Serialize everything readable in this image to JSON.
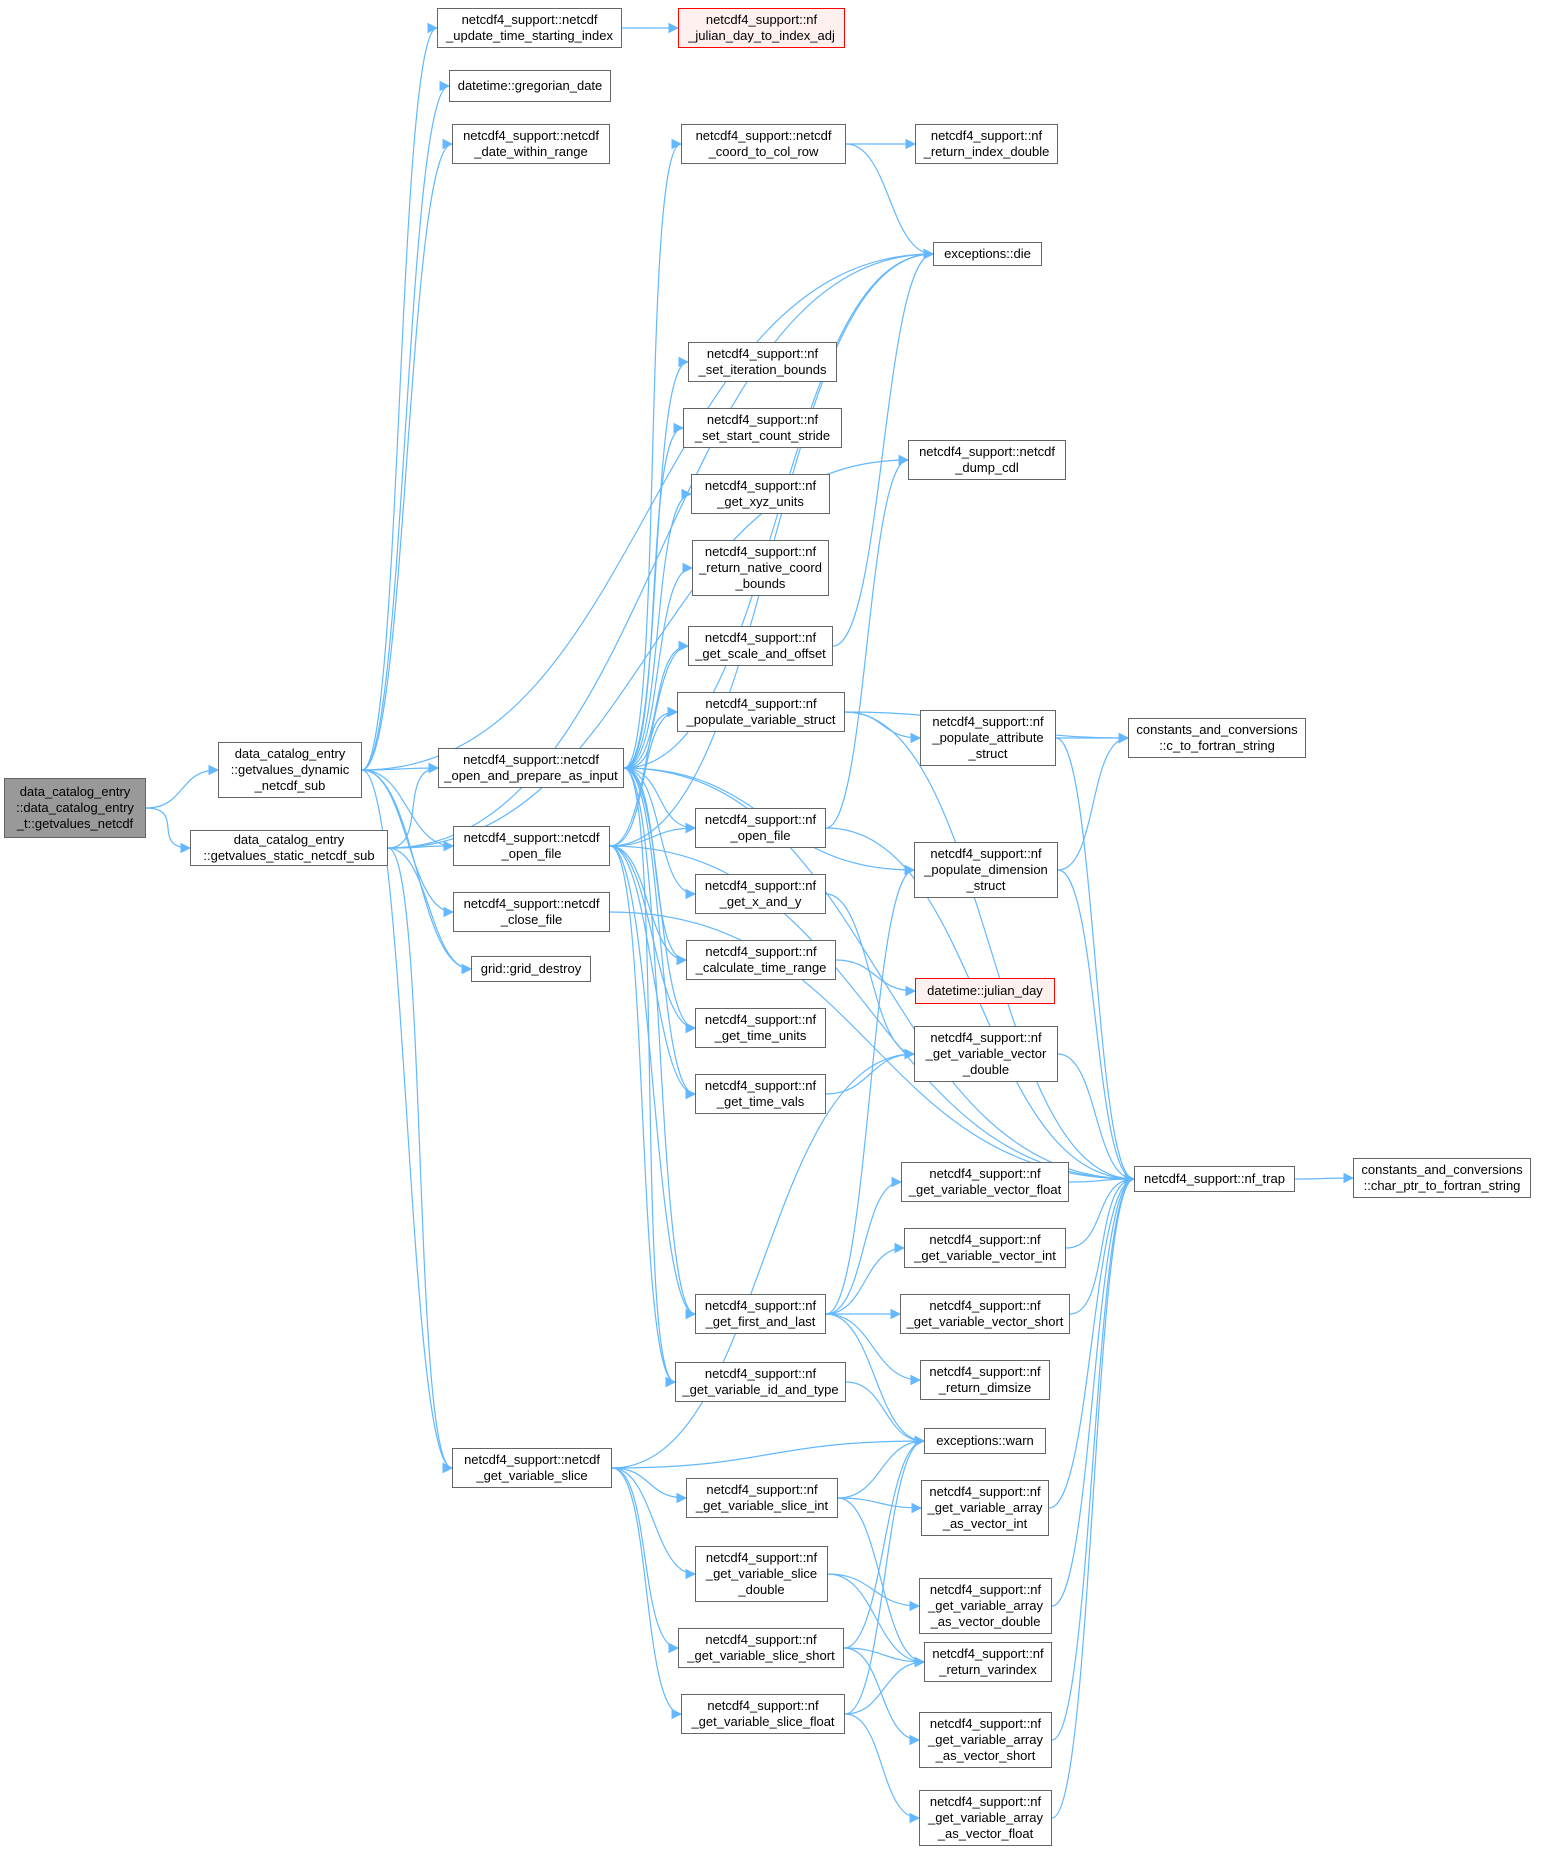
{
  "colors": {
    "edge": "#63b8ff",
    "node_border": "#666666",
    "root_fill": "#999999",
    "highlight_border": "#ff0000",
    "highlight_fill": "#fff0f0"
  },
  "nodes": [
    {
      "id": "root",
      "lines": [
        "data_catalog_entry",
        "::data_catalog_entry",
        "_t::getvalues_netcdf"
      ],
      "style": "root"
    },
    {
      "id": "dyn",
      "lines": [
        "data_catalog_entry",
        "::getvalues_dynamic",
        "_netcdf_sub"
      ]
    },
    {
      "id": "stat",
      "lines": [
        "data_catalog_entry",
        "::getvalues_static_netcdf_sub"
      ]
    },
    {
      "id": "uptime",
      "lines": [
        "netcdf4_support::netcdf",
        "_update_time_starting_index"
      ]
    },
    {
      "id": "julidx",
      "lines": [
        "netcdf4_support::nf",
        "_julian_day_to_index_adj"
      ],
      "style": "red"
    },
    {
      "id": "greg",
      "lines": [
        "datetime::gregorian_date"
      ]
    },
    {
      "id": "daterange",
      "lines": [
        "netcdf4_support::netcdf",
        "_date_within_range"
      ]
    },
    {
      "id": "coord",
      "lines": [
        "netcdf4_support::netcdf",
        "_coord_to_col_row"
      ]
    },
    {
      "id": "retidx",
      "lines": [
        "netcdf4_support::nf",
        "_return_index_double"
      ]
    },
    {
      "id": "die",
      "lines": [
        "exceptions::die"
      ]
    },
    {
      "id": "iterb",
      "lines": [
        "netcdf4_support::nf",
        "_set_iteration_bounds"
      ]
    },
    {
      "id": "startc",
      "lines": [
        "netcdf4_support::nf",
        "_set_start_count_stride"
      ]
    },
    {
      "id": "xyzu",
      "lines": [
        "netcdf4_support::nf",
        "_get_xyz_units"
      ]
    },
    {
      "id": "dump",
      "lines": [
        "netcdf4_support::netcdf",
        "_dump_cdl"
      ]
    },
    {
      "id": "natb",
      "lines": [
        "netcdf4_support::nf",
        "_return_native_coord",
        "_bounds"
      ]
    },
    {
      "id": "scale",
      "lines": [
        "netcdf4_support::nf",
        "_get_scale_and_offset"
      ]
    },
    {
      "id": "popvar",
      "lines": [
        "netcdf4_support::nf",
        "_populate_variable_struct"
      ]
    },
    {
      "id": "popattr",
      "lines": [
        "netcdf4_support::nf",
        "_populate_attribute",
        "_struct"
      ]
    },
    {
      "id": "c2f",
      "lines": [
        "constants_and_conversions",
        "::c_to_fortran_string"
      ]
    },
    {
      "id": "openprep",
      "lines": [
        "netcdf4_support::netcdf",
        "_open_and_prepare_as_input"
      ]
    },
    {
      "id": "nfopen",
      "lines": [
        "netcdf4_support::nf",
        "_open_file"
      ]
    },
    {
      "id": "ncopen",
      "lines": [
        "netcdf4_support::netcdf",
        "_open_file"
      ]
    },
    {
      "id": "popdim",
      "lines": [
        "netcdf4_support::nf",
        "_populate_dimension",
        "_struct"
      ]
    },
    {
      "id": "getxy",
      "lines": [
        "netcdf4_support::nf",
        "_get_x_and_y"
      ]
    },
    {
      "id": "ncclose",
      "lines": [
        "netcdf4_support::netcdf",
        "_close_file"
      ]
    },
    {
      "id": "griddes",
      "lines": [
        "grid::grid_destroy"
      ]
    },
    {
      "id": "calctr",
      "lines": [
        "netcdf4_support::nf",
        "_calculate_time_range"
      ]
    },
    {
      "id": "julday",
      "lines": [
        "datetime::julian_day"
      ],
      "style": "red"
    },
    {
      "id": "tunits",
      "lines": [
        "netcdf4_support::nf",
        "_get_time_units"
      ]
    },
    {
      "id": "vvd",
      "lines": [
        "netcdf4_support::nf",
        "_get_variable_vector",
        "_double"
      ]
    },
    {
      "id": "tvals",
      "lines": [
        "netcdf4_support::nf",
        "_get_time_vals"
      ]
    },
    {
      "id": "vvf",
      "lines": [
        "netcdf4_support::nf",
        "_get_variable_vector_float"
      ]
    },
    {
      "id": "trap",
      "lines": [
        "netcdf4_support::nf_trap"
      ]
    },
    {
      "id": "cptr",
      "lines": [
        "constants_and_conversions",
        "::char_ptr_to_fortran_string"
      ]
    },
    {
      "id": "vvi",
      "lines": [
        "netcdf4_support::nf",
        "_get_variable_vector_int"
      ]
    },
    {
      "id": "firstlast",
      "lines": [
        "netcdf4_support::nf",
        "_get_first_and_last"
      ]
    },
    {
      "id": "vvs",
      "lines": [
        "netcdf4_support::nf",
        "_get_variable_vector_short"
      ]
    },
    {
      "id": "idtype",
      "lines": [
        "netcdf4_support::nf",
        "_get_variable_id_and_type"
      ]
    },
    {
      "id": "dimsize",
      "lines": [
        "netcdf4_support::nf",
        "_return_dimsize"
      ]
    },
    {
      "id": "warn",
      "lines": [
        "exceptions::warn"
      ]
    },
    {
      "id": "ncslice",
      "lines": [
        "netcdf4_support::netcdf",
        "_get_variable_slice"
      ]
    },
    {
      "id": "sliceint",
      "lines": [
        "netcdf4_support::nf",
        "_get_variable_slice_int"
      ]
    },
    {
      "id": "avi",
      "lines": [
        "netcdf4_support::nf",
        "_get_variable_array",
        "_as_vector_int"
      ]
    },
    {
      "id": "slicedbl",
      "lines": [
        "netcdf4_support::nf",
        "_get_variable_slice",
        "_double"
      ]
    },
    {
      "id": "avd",
      "lines": [
        "netcdf4_support::nf",
        "_get_variable_array",
        "_as_vector_double"
      ]
    },
    {
      "id": "sliceshort",
      "lines": [
        "netcdf4_support::nf",
        "_get_variable_slice_short"
      ]
    },
    {
      "id": "varindex",
      "lines": [
        "netcdf4_support::nf",
        "_return_varindex"
      ]
    },
    {
      "id": "slicefloat",
      "lines": [
        "netcdf4_support::nf",
        "_get_variable_slice_float"
      ]
    },
    {
      "id": "avs",
      "lines": [
        "netcdf4_support::nf",
        "_get_variable_array",
        "_as_vector_short"
      ]
    },
    {
      "id": "avf",
      "lines": [
        "netcdf4_support::nf",
        "_get_variable_array",
        "_as_vector_float"
      ]
    }
  ],
  "edges": [
    [
      "root",
      "dyn"
    ],
    [
      "root",
      "stat"
    ],
    [
      "dyn",
      "uptime"
    ],
    [
      "dyn",
      "greg"
    ],
    [
      "dyn",
      "daterange"
    ],
    [
      "dyn",
      "die"
    ],
    [
      "dyn",
      "openprep"
    ],
    [
      "dyn",
      "ncopen"
    ],
    [
      "dyn",
      "ncclose"
    ],
    [
      "dyn",
      "griddes"
    ],
    [
      "dyn",
      "ncslice"
    ],
    [
      "stat",
      "openprep"
    ],
    [
      "stat",
      "ncopen"
    ],
    [
      "stat",
      "griddes"
    ],
    [
      "stat",
      "ncslice"
    ],
    [
      "stat",
      "die"
    ],
    [
      "stat",
      "dump"
    ],
    [
      "uptime",
      "julidx"
    ],
    [
      "coord",
      "retidx"
    ],
    [
      "coord",
      "die"
    ],
    [
      "openprep",
      "coord"
    ],
    [
      "openprep",
      "die"
    ],
    [
      "openprep",
      "iterb"
    ],
    [
      "openprep",
      "startc"
    ],
    [
      "openprep",
      "xyzu"
    ],
    [
      "openprep",
      "natb"
    ],
    [
      "openprep",
      "scale"
    ],
    [
      "openprep",
      "popvar"
    ],
    [
      "openprep",
      "nfopen"
    ],
    [
      "openprep",
      "popdim"
    ],
    [
      "openprep",
      "getxy"
    ],
    [
      "openprep",
      "calctr"
    ],
    [
      "openprep",
      "tunits"
    ],
    [
      "openprep",
      "tvals"
    ],
    [
      "openprep",
      "firstlast"
    ],
    [
      "openprep",
      "idtype"
    ],
    [
      "openprep",
      "trap"
    ],
    [
      "ncopen",
      "nfopen"
    ],
    [
      "ncopen",
      "popvar"
    ],
    [
      "ncopen",
      "scale"
    ],
    [
      "ncopen",
      "calctr"
    ],
    [
      "ncopen",
      "tunits"
    ],
    [
      "ncopen",
      "tvals"
    ],
    [
      "ncopen",
      "firstlast"
    ],
    [
      "ncopen",
      "idtype"
    ],
    [
      "ncopen",
      "die"
    ],
    [
      "ncopen",
      "trap"
    ],
    [
      "ncclose",
      "trap"
    ],
    [
      "scale",
      "die"
    ],
    [
      "popvar",
      "popattr"
    ],
    [
      "popvar",
      "c2f"
    ],
    [
      "popvar",
      "trap"
    ],
    [
      "popattr",
      "c2f"
    ],
    [
      "popattr",
      "trap"
    ],
    [
      "nfopen",
      "dump"
    ],
    [
      "nfopen",
      "trap"
    ],
    [
      "popdim",
      "c2f"
    ],
    [
      "popdim",
      "trap"
    ],
    [
      "getxy",
      "vvd"
    ],
    [
      "calctr",
      "julday"
    ],
    [
      "tvals",
      "vvd"
    ],
    [
      "vvd",
      "trap"
    ],
    [
      "vvf",
      "trap"
    ],
    [
      "vvi",
      "trap"
    ],
    [
      "vvs",
      "trap"
    ],
    [
      "trap",
      "cptr"
    ],
    [
      "firstlast",
      "vvf"
    ],
    [
      "firstlast",
      "vvi"
    ],
    [
      "firstlast",
      "vvs"
    ],
    [
      "firstlast",
      "dimsize"
    ],
    [
      "firstlast",
      "warn"
    ],
    [
      "firstlast",
      "popdim"
    ],
    [
      "idtype",
      "warn"
    ],
    [
      "ncslice",
      "warn"
    ],
    [
      "ncslice",
      "sliceint"
    ],
    [
      "ncslice",
      "slicedbl"
    ],
    [
      "ncslice",
      "sliceshort"
    ],
    [
      "ncslice",
      "slicefloat"
    ],
    [
      "ncslice",
      "vvd"
    ],
    [
      "sliceint",
      "avi"
    ],
    [
      "sliceint",
      "warn"
    ],
    [
      "sliceint",
      "varindex"
    ],
    [
      "slicedbl",
      "avd"
    ],
    [
      "slicedbl",
      "varindex"
    ],
    [
      "sliceshort",
      "avs"
    ],
    [
      "sliceshort",
      "varindex"
    ],
    [
      "sliceshort",
      "warn"
    ],
    [
      "slicefloat",
      "avf"
    ],
    [
      "slicefloat",
      "varindex"
    ],
    [
      "slicefloat",
      "warn"
    ],
    [
      "avi",
      "trap"
    ],
    [
      "avd",
      "trap"
    ],
    [
      "avs",
      "trap"
    ],
    [
      "avf",
      "trap"
    ]
  ]
}
